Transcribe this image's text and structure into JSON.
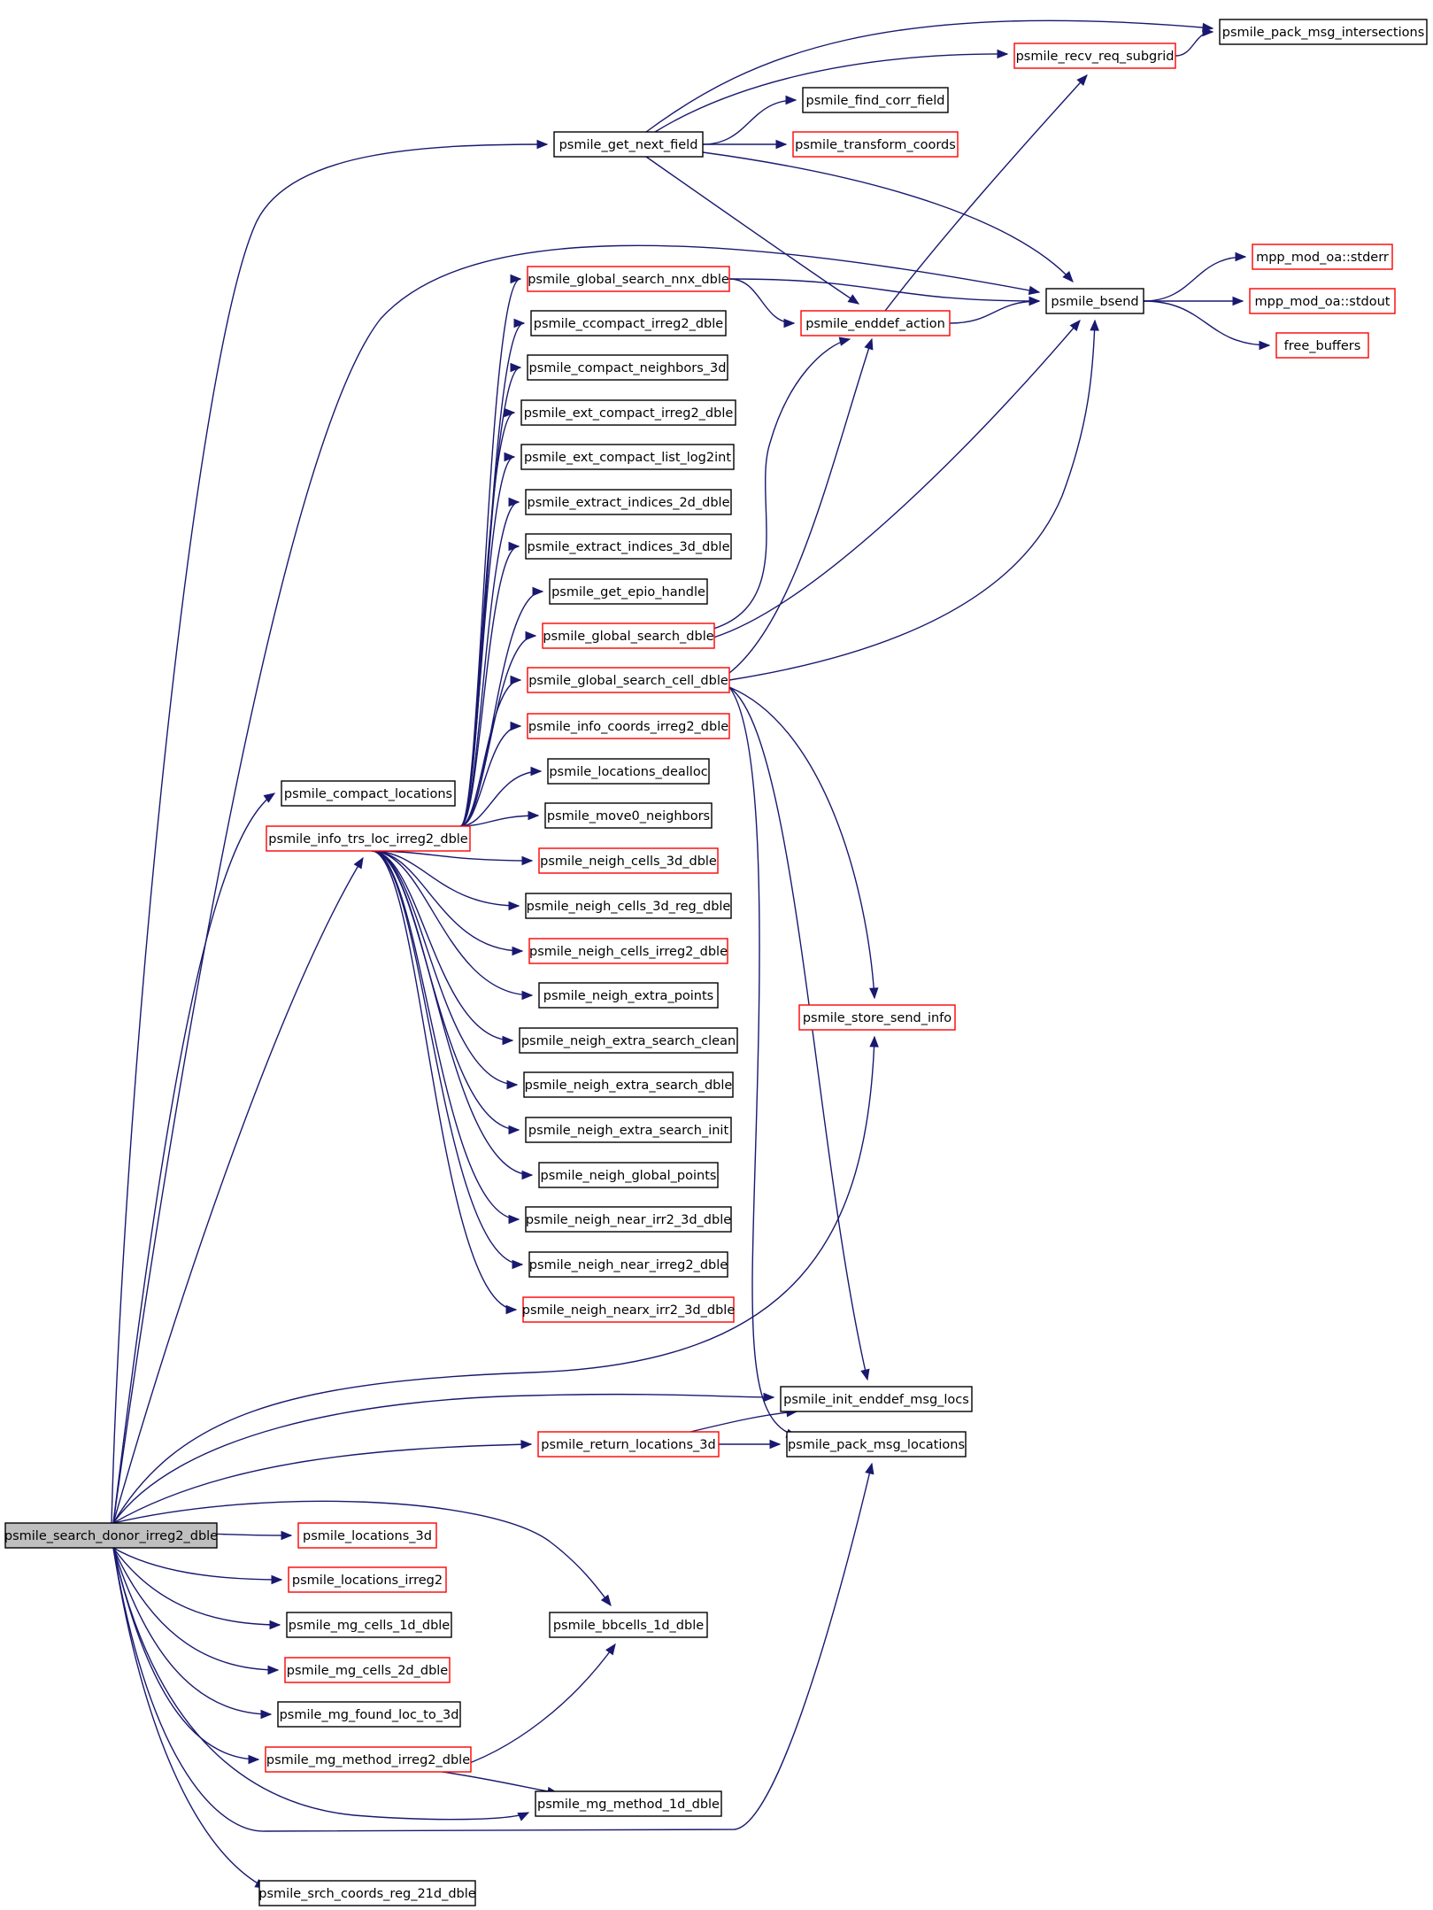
{
  "colors": {
    "edge": "#191970",
    "node_border_default": "#000000",
    "node_border_highlighted": "#ff0000",
    "root_fill": "#bfbfbf",
    "node_fill": "#ffffff"
  },
  "nodes": [
    {
      "id": "root",
      "label": "psmile_search_donor_irreg2_dble",
      "style": "root"
    },
    {
      "id": "get_next_field",
      "label": "psmile_get_next_field",
      "style": "black"
    },
    {
      "id": "pack_msg_intersections",
      "label": "psmile_pack_msg_intersections",
      "style": "black"
    },
    {
      "id": "recv_req_subgrid",
      "label": "psmile_recv_req_subgrid",
      "style": "red"
    },
    {
      "id": "find_corr_field",
      "label": "psmile_find_corr_field",
      "style": "black"
    },
    {
      "id": "transform_coords",
      "label": "psmile_transform_coords",
      "style": "red"
    },
    {
      "id": "stderr",
      "label": "mpp_mod_oa::stderr",
      "style": "red"
    },
    {
      "id": "global_search_nnx_dble",
      "label": "psmile_global_search_nnx_dble",
      "style": "red"
    },
    {
      "id": "bsend",
      "label": "psmile_bsend",
      "style": "black"
    },
    {
      "id": "stdout",
      "label": "mpp_mod_oa::stdout",
      "style": "red"
    },
    {
      "id": "ccompact_irreg2_dble",
      "label": "psmile_ccompact_irreg2_dble",
      "style": "black"
    },
    {
      "id": "enddef_action",
      "label": "psmile_enddef_action",
      "style": "red"
    },
    {
      "id": "free_buffers",
      "label": "free_buffers",
      "style": "red"
    },
    {
      "id": "compact_neighbors_3d",
      "label": "psmile_compact_neighbors_3d",
      "style": "black"
    },
    {
      "id": "ext_compact_irreg2_dble",
      "label": "psmile_ext_compact_irreg2_dble",
      "style": "black"
    },
    {
      "id": "ext_compact_list_log2int",
      "label": "psmile_ext_compact_list_log2int",
      "style": "black"
    },
    {
      "id": "extract_indices_2d_dble",
      "label": "psmile_extract_indices_2d_dble",
      "style": "black"
    },
    {
      "id": "extract_indices_3d_dble",
      "label": "psmile_extract_indices_3d_dble",
      "style": "black"
    },
    {
      "id": "get_epio_handle",
      "label": "psmile_get_epio_handle",
      "style": "black"
    },
    {
      "id": "global_search_dble",
      "label": "psmile_global_search_dble",
      "style": "red"
    },
    {
      "id": "global_search_cell_dble",
      "label": "psmile_global_search_cell_dble",
      "style": "red"
    },
    {
      "id": "info_coords_irreg2_dble",
      "label": "psmile_info_coords_irreg2_dble",
      "style": "red"
    },
    {
      "id": "locations_dealloc",
      "label": "psmile_locations_dealloc",
      "style": "black"
    },
    {
      "id": "compact_locations",
      "label": "psmile_compact_locations",
      "style": "black"
    },
    {
      "id": "move0_neighbors",
      "label": "psmile_move0_neighbors",
      "style": "black"
    },
    {
      "id": "info_trs_loc_irreg2_dble",
      "label": "psmile_info_trs_loc_irreg2_dble",
      "style": "red"
    },
    {
      "id": "neigh_cells_3d_dble",
      "label": "psmile_neigh_cells_3d_dble",
      "style": "red"
    },
    {
      "id": "neigh_cells_3d_reg_dble",
      "label": "psmile_neigh_cells_3d_reg_dble",
      "style": "black"
    },
    {
      "id": "neigh_cells_irreg2_dble",
      "label": "psmile_neigh_cells_irreg2_dble",
      "style": "red"
    },
    {
      "id": "neigh_extra_points",
      "label": "psmile_neigh_extra_points",
      "style": "black"
    },
    {
      "id": "store_send_info",
      "label": "psmile_store_send_info",
      "style": "red"
    },
    {
      "id": "neigh_extra_search_clean",
      "label": "psmile_neigh_extra_search_clean",
      "style": "black"
    },
    {
      "id": "neigh_extra_search_dble",
      "label": "psmile_neigh_extra_search_dble",
      "style": "black"
    },
    {
      "id": "neigh_extra_search_init",
      "label": "psmile_neigh_extra_search_init",
      "style": "black"
    },
    {
      "id": "neigh_global_points",
      "label": "psmile_neigh_global_points",
      "style": "black"
    },
    {
      "id": "neigh_near_irr2_3d_dble",
      "label": "psmile_neigh_near_irr2_3d_dble",
      "style": "black"
    },
    {
      "id": "neigh_near_irreg2_dble",
      "label": "psmile_neigh_near_irreg2_dble",
      "style": "black"
    },
    {
      "id": "neigh_nearx_irr2_3d_dble",
      "label": "psmile_neigh_nearx_irr2_3d_dble",
      "style": "red"
    },
    {
      "id": "init_enddef_msg_locs",
      "label": "psmile_init_enddef_msg_locs",
      "style": "black"
    },
    {
      "id": "return_locations_3d",
      "label": "psmile_return_locations_3d",
      "style": "red"
    },
    {
      "id": "pack_msg_locations",
      "label": "psmile_pack_msg_locations",
      "style": "black"
    },
    {
      "id": "locations_3d",
      "label": "psmile_locations_3d",
      "style": "red"
    },
    {
      "id": "locations_irreg2",
      "label": "psmile_locations_irreg2",
      "style": "red"
    },
    {
      "id": "mg_cells_1d_dble",
      "label": "psmile_mg_cells_1d_dble",
      "style": "black"
    },
    {
      "id": "bbcells_1d_dble",
      "label": "psmile_bbcells_1d_dble",
      "style": "black"
    },
    {
      "id": "mg_cells_2d_dble",
      "label": "psmile_mg_cells_2d_dble",
      "style": "red"
    },
    {
      "id": "mg_found_loc_to_3d",
      "label": "psmile_mg_found_loc_to_3d",
      "style": "black"
    },
    {
      "id": "mg_method_irreg2_dble",
      "label": "psmile_mg_method_irreg2_dble",
      "style": "red"
    },
    {
      "id": "mg_method_1d_dble",
      "label": "psmile_mg_method_1d_dble",
      "style": "black"
    },
    {
      "id": "srch_coords_reg_21d_dble",
      "label": "psmile_srch_coords_reg_21d_dble",
      "style": "black"
    }
  ],
  "edges": [
    [
      "root",
      "get_next_field"
    ],
    [
      "get_next_field",
      "pack_msg_intersections"
    ],
    [
      "get_next_field",
      "recv_req_subgrid"
    ],
    [
      "get_next_field",
      "find_corr_field"
    ],
    [
      "get_next_field",
      "transform_coords"
    ],
    [
      "get_next_field",
      "enddef_action"
    ],
    [
      "get_next_field",
      "bsend"
    ],
    [
      "recv_req_subgrid",
      "pack_msg_intersections"
    ],
    [
      "root",
      "bsend"
    ],
    [
      "global_search_nnx_dble",
      "bsend"
    ],
    [
      "global_search_nnx_dble",
      "enddef_action"
    ],
    [
      "enddef_action",
      "bsend"
    ],
    [
      "enddef_action",
      "recv_req_subgrid"
    ],
    [
      "bsend",
      "stderr"
    ],
    [
      "bsend",
      "stdout"
    ],
    [
      "bsend",
      "free_buffers"
    ],
    [
      "root",
      "compact_locations"
    ],
    [
      "root",
      "info_trs_loc_irreg2_dble"
    ],
    [
      "info_trs_loc_irreg2_dble",
      "global_search_nnx_dble"
    ],
    [
      "info_trs_loc_irreg2_dble",
      "ccompact_irreg2_dble"
    ],
    [
      "info_trs_loc_irreg2_dble",
      "compact_neighbors_3d"
    ],
    [
      "info_trs_loc_irreg2_dble",
      "ext_compact_irreg2_dble"
    ],
    [
      "info_trs_loc_irreg2_dble",
      "ext_compact_list_log2int"
    ],
    [
      "info_trs_loc_irreg2_dble",
      "extract_indices_2d_dble"
    ],
    [
      "info_trs_loc_irreg2_dble",
      "extract_indices_3d_dble"
    ],
    [
      "info_trs_loc_irreg2_dble",
      "get_epio_handle"
    ],
    [
      "info_trs_loc_irreg2_dble",
      "global_search_dble"
    ],
    [
      "info_trs_loc_irreg2_dble",
      "global_search_cell_dble"
    ],
    [
      "info_trs_loc_irreg2_dble",
      "info_coords_irreg2_dble"
    ],
    [
      "info_trs_loc_irreg2_dble",
      "locations_dealloc"
    ],
    [
      "info_trs_loc_irreg2_dble",
      "move0_neighbors"
    ],
    [
      "info_trs_loc_irreg2_dble",
      "neigh_cells_3d_dble"
    ],
    [
      "info_trs_loc_irreg2_dble",
      "neigh_cells_3d_reg_dble"
    ],
    [
      "info_trs_loc_irreg2_dble",
      "neigh_cells_irreg2_dble"
    ],
    [
      "info_trs_loc_irreg2_dble",
      "neigh_extra_points"
    ],
    [
      "info_trs_loc_irreg2_dble",
      "neigh_extra_search_clean"
    ],
    [
      "info_trs_loc_irreg2_dble",
      "neigh_extra_search_dble"
    ],
    [
      "info_trs_loc_irreg2_dble",
      "neigh_extra_search_init"
    ],
    [
      "info_trs_loc_irreg2_dble",
      "neigh_global_points"
    ],
    [
      "info_trs_loc_irreg2_dble",
      "neigh_near_irr2_3d_dble"
    ],
    [
      "info_trs_loc_irreg2_dble",
      "neigh_near_irreg2_dble"
    ],
    [
      "info_trs_loc_irreg2_dble",
      "neigh_nearx_irr2_3d_dble"
    ],
    [
      "global_search_dble",
      "enddef_action"
    ],
    [
      "global_search_dble",
      "bsend"
    ],
    [
      "global_search_cell_dble",
      "enddef_action"
    ],
    [
      "global_search_cell_dble",
      "bsend"
    ],
    [
      "global_search_cell_dble",
      "store_send_info"
    ],
    [
      "global_search_cell_dble",
      "init_enddef_msg_locs"
    ],
    [
      "global_search_cell_dble",
      "pack_msg_locations"
    ],
    [
      "root",
      "store_send_info"
    ],
    [
      "root",
      "init_enddef_msg_locs"
    ],
    [
      "root",
      "return_locations_3d"
    ],
    [
      "return_locations_3d",
      "init_enddef_msg_locs"
    ],
    [
      "return_locations_3d",
      "pack_msg_locations"
    ],
    [
      "root",
      "locations_3d"
    ],
    [
      "root",
      "locations_irreg2"
    ],
    [
      "root",
      "mg_cells_1d_dble"
    ],
    [
      "root",
      "bbcells_1d_dble"
    ],
    [
      "root",
      "mg_cells_2d_dble"
    ],
    [
      "root",
      "mg_found_loc_to_3d"
    ],
    [
      "root",
      "mg_method_irreg2_dble"
    ],
    [
      "mg_method_irreg2_dble",
      "bbcells_1d_dble"
    ],
    [
      "mg_method_irreg2_dble",
      "mg_method_1d_dble"
    ],
    [
      "root",
      "mg_method_1d_dble"
    ],
    [
      "root",
      "pack_msg_locations"
    ],
    [
      "root",
      "srch_coords_reg_21d_dble"
    ]
  ]
}
